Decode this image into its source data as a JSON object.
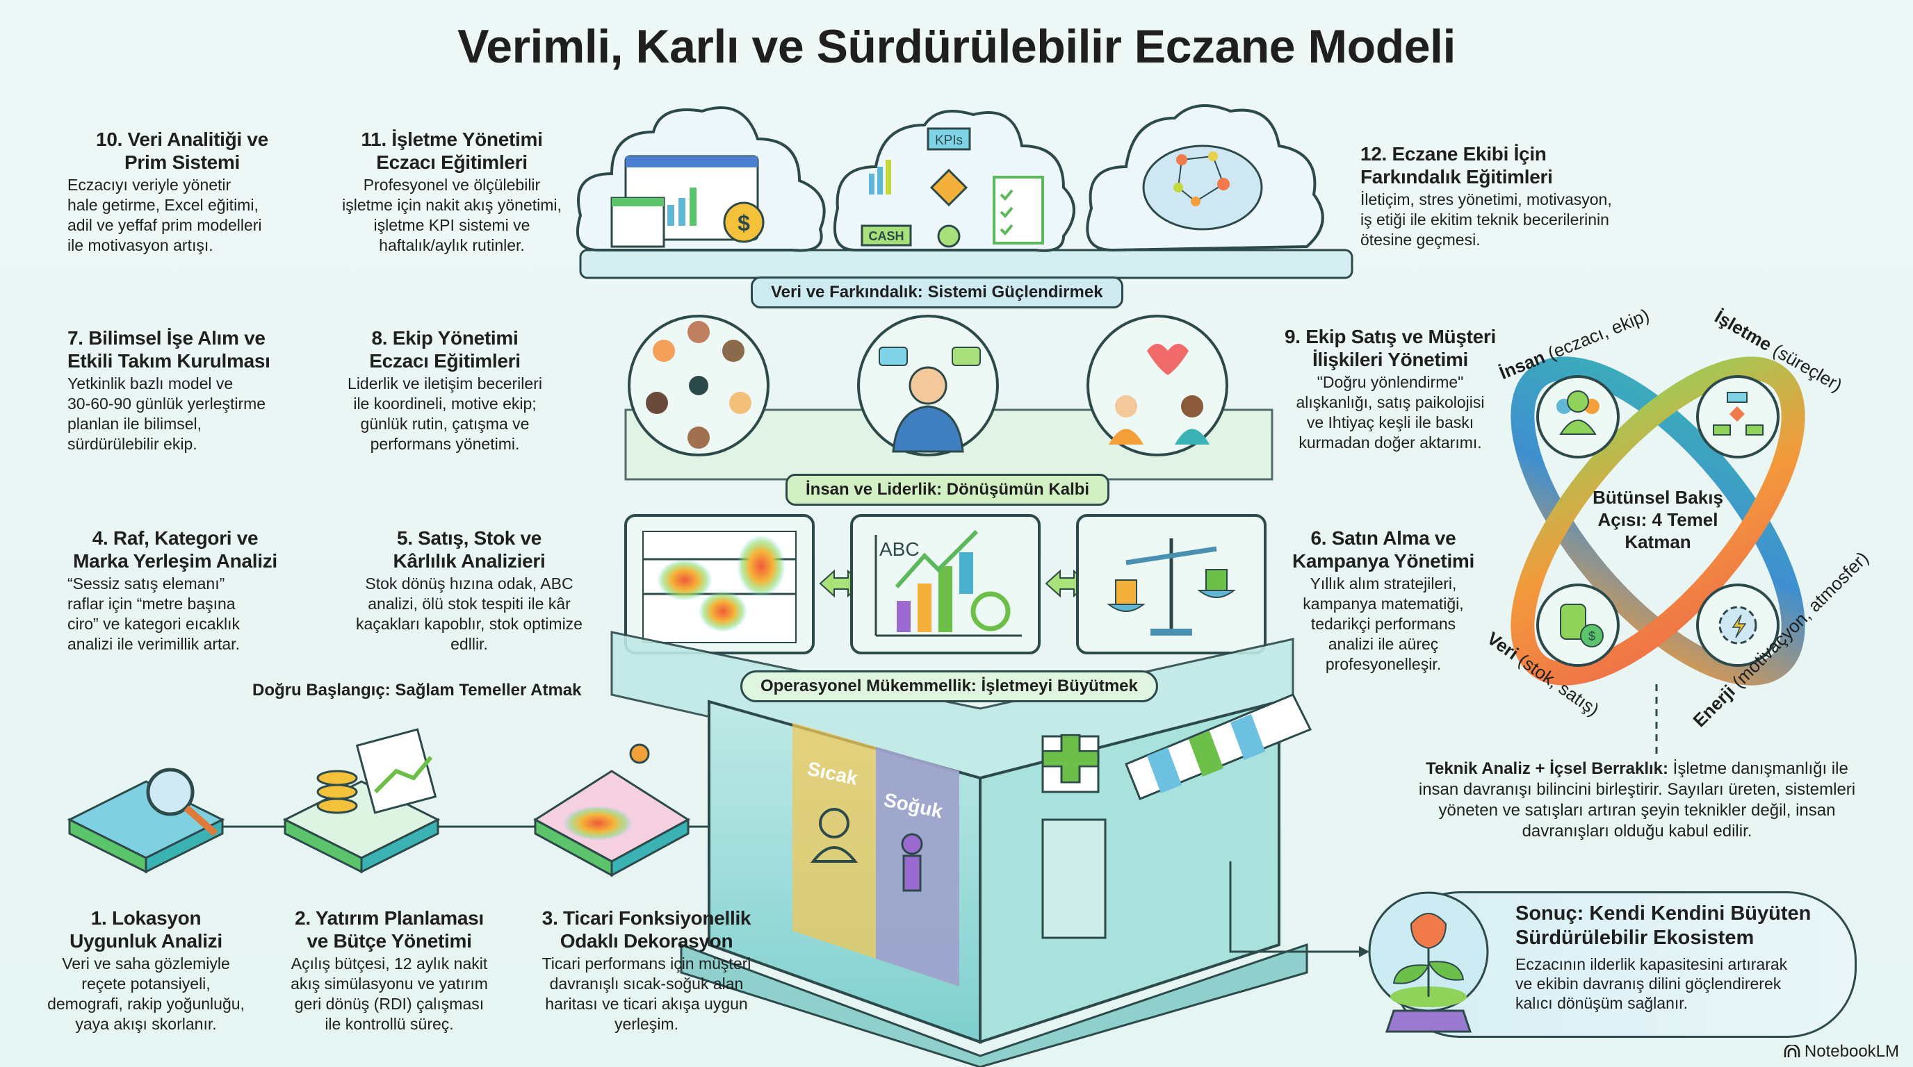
{
  "title": "Verimli, Karlı ve Sürdürülebilir Eczane Modeli",
  "layers": {
    "data_awareness": "Veri ve Farkındalık: Sistemi Güçlendirmek",
    "people_leadership": "İnsan ve Liderlik: Dönüşümün Kalbi",
    "operational": "Operasyonel Mükemmellik: İşletmeyi Büyütmek",
    "foundation": "Doğru Başlangıç: Sağlam Temeller Atmak"
  },
  "icon_labels": {
    "kpis": "KPIs",
    "cash": "CASH",
    "abc": "ABC",
    "hot": "Sıcak",
    "cold": "Soğuk"
  },
  "steps": [
    {
      "title": "1. Lokasyon\nUygunluk Analizi",
      "body": "Veri ve saha gözlemiyle\nreçete potansiyeli,\ndemografi, rakip yoğunluğu,\nyaya akışı skorlanır."
    },
    {
      "title": "2. Yatırım Planlaması\nve Bütçe Yönetimi",
      "body": "Açılış bütçesi, 12 aylık nakit\nakış simülasyonu ve yatırım\ngeri dönüş (RDI) çalışması\nile kontrollü süreç."
    },
    {
      "title": "3. Ticari Fonksiyonellik\nOdaklı Dekorasyon",
      "body": "Ticari performans için müşteri\ndavranışlı sıcak-soğuk alan\nharitası ve ticari akışa uygun\nyerleşim."
    },
    {
      "title": "4. Raf, Kategori ve\nMarka Yerleşim Analizi",
      "body": "“Sessiz satış elemanı”\nraflar için “metre başına\nciro” ve kategori eıcaklık\nanalizi ile verimillik artar."
    },
    {
      "title": "5. Satış, Stok ve\nKârlılık Analizieri",
      "body": "Stok dönüş hızına odak, ABC\nanalizi, ölü stok tespiti ile kâr\nkaçakları kapoblır, stok optimize\nedllir."
    },
    {
      "title": "6. Satın Alma ve\nKampanya Yönetimi",
      "body": "Yıllık alım stratejileri,\nkampanya matematiği,\ntedarikçi performans\nanalizi ile aüreç\nprofesyonelleşir."
    },
    {
      "title": "7. Bilimsel İşe Alım ve\nEtkili Takım Kurulması",
      "body": "Yetkinlik bazlı model ve\n30-60-90 günlük yerleştirme\nplanlan ile bilimsel,\nsürdürülebilir ekip."
    },
    {
      "title": "8. Ekip Yönetimi\nEczacı Eğitimleri",
      "body": "Liderlik ve iletişim becerileri\nile koordineli, motive ekip;\ngünlük rutin, çatışma ve\nperformans yönetimi."
    },
    {
      "title": "9. Ekip Satış ve Müşteri\nİlişkileri Yönetimi",
      "body": "\"Doğru yönlendirme\"\nalışkanlığı, satış paikolojisi\nve Ihtiyaç keşli ile baskı\nkurmadan doğer aktarımı."
    },
    {
      "title": "10. Veri Analitiği ve\nPrim Sistemi",
      "body": "Eczacıyı veriyle yönetir\nhale getirme, Excel eğitimi,\nadil ve yeffaf prim modelleri\nile motivasyon artışı."
    },
    {
      "title": "11. İşletme Yönetimi\nEczacı Eğitimleri",
      "body": "Profesyonel ve ölçülebilir\nişletme için nakit akış yönetimi,\nişletme KPI sistemi ve\nhaftalık/aylık rutinler."
    },
    {
      "title": "12. Eczane Ekibi İçin\nFarkındalık Eğitimleri",
      "body": "İletiçim, stres yönetimi, motivasyon,\niş etiği ile ekitim teknik becerilerinin\nötesine geçmesi."
    }
  ],
  "holistic": {
    "center": "Bütünsel Bakış\nAçısı: 4 Temel\nKatman",
    "people": {
      "name": "İnsan",
      "detail": "(eczacı, ekip)"
    },
    "business": {
      "name": "İşletme",
      "detail": "(süreçler)"
    },
    "data": {
      "name": "Veri",
      "detail": "(stok, satış)"
    },
    "energy": {
      "name": "Enerji",
      "detail": "(motivaçyon, atmosfer)"
    },
    "colors": {
      "teal": "#3bb3b5",
      "green": "#8fd35a",
      "orange": "#f39a3c",
      "red": "#ef6a4a",
      "blue": "#3f8fd0"
    }
  },
  "technical": {
    "lead": "Teknik Analiz + İçsel Berraklık:",
    "body": " İşletme danışmanlığı ile insan davranışı bilincini birleştirir. Sayıları üreten, sistemleri yöneten ve satışları artıran şeyin teknikler değil, insan davranışları olduğu kabul edilir."
  },
  "conclusion": {
    "title": "Sonuç: Kendi Kendini Büyüten\nSürdürülebilir Ekosistem",
    "body": "Eczacının ilderlik kapasitesini artırarak\nve ekibin davranış dilini göçlendirerek\nkalıcı dönüşüm sağlanır."
  },
  "brand": "NotebookLM"
}
